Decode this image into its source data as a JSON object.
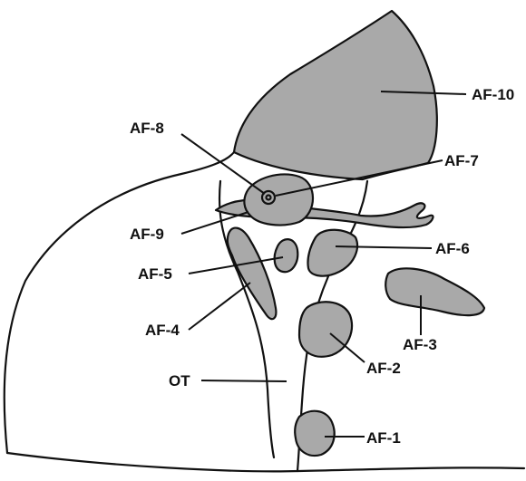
{
  "diagram": {
    "labels": {
      "af10": "AF-10",
      "af8": "AF-8",
      "af7": "AF-7",
      "af9": "AF-9",
      "af6": "AF-6",
      "af5": "AF-5",
      "af4": "AF-4",
      "af3": "AF-3",
      "af2": "AF-2",
      "ot": "OT",
      "af1": "AF-1"
    },
    "colors": {
      "region_fill": "#a9a9a9",
      "line": "#111111",
      "background": "#ffffff"
    }
  }
}
